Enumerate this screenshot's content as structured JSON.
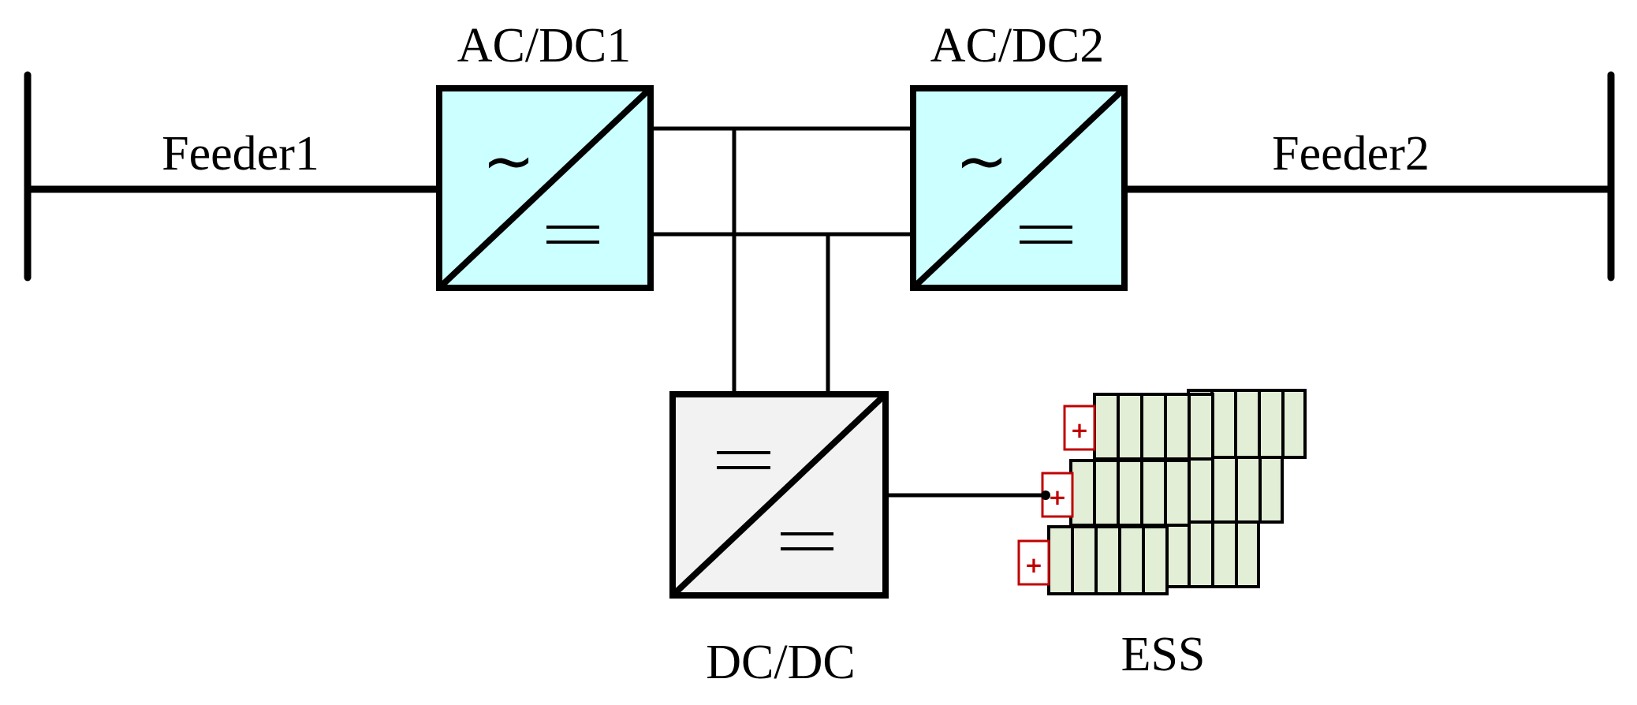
{
  "labels": {
    "feeder1": "Feeder1",
    "feeder2": "Feeder2",
    "acdc1": "AC/DC1",
    "acdc2": "AC/DC2",
    "dcdc": "DC/DC",
    "ess": "ESS"
  },
  "symbols": {
    "ac": "~",
    "plus": "+"
  },
  "colors": {
    "line": "#000000",
    "acdc_fill": "#ccffff",
    "dcdc_fill": "#f2f2f2",
    "battery_fill": "#e2eed6",
    "terminal": "#c00000"
  }
}
